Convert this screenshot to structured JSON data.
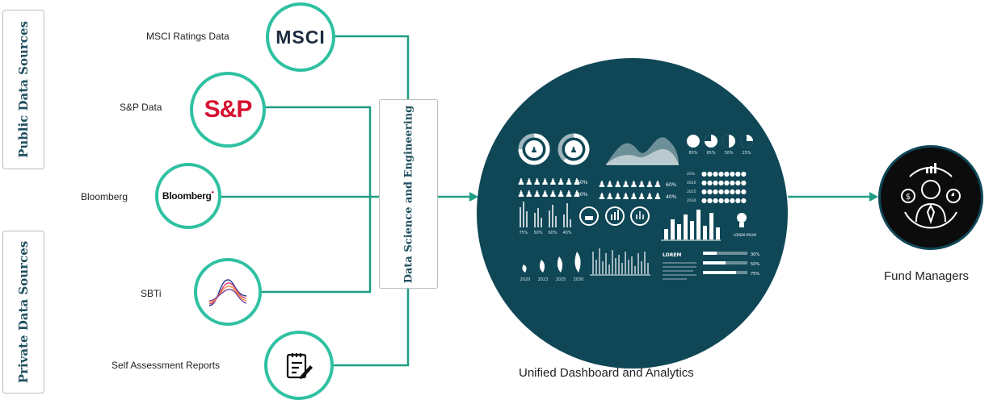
{
  "groups": {
    "public": "Public Data Sources",
    "private": "Private Data Sources"
  },
  "sources": [
    {
      "label": "MSCI Ratings Data",
      "logo": "MSCI"
    },
    {
      "label": "S&P Data",
      "logo": "S&P"
    },
    {
      "label": "Bloomberg",
      "logo": "Bloomberg"
    },
    {
      "label": "SBTi",
      "logo": "sbti-curve-icon"
    },
    {
      "label": "Self Assessment Reports",
      "logo": "clipboard-pen-icon"
    }
  ],
  "processing": {
    "label": "Data Science and Engineering"
  },
  "dashboard": {
    "label": "Unified Dashboard and Analytics",
    "pie_labels": [
      "85%",
      "65%",
      "50%",
      "25%"
    ],
    "people_labels": [
      "60%",
      "40%",
      "60%",
      "40%"
    ],
    "year_labels": [
      "20%",
      "2020",
      "2025",
      "2030"
    ],
    "bar_labels": [
      "75%",
      "50%",
      "60%",
      "40%"
    ],
    "plant_years": [
      "2020",
      "2023",
      "2025",
      "2030"
    ],
    "text_title": "LOREM",
    "bulb_text": "LOREM IPSUM",
    "bar_pct_labels": [
      "30%",
      "50%",
      "75%"
    ]
  },
  "output": {
    "label": "Fund Managers"
  },
  "colors": {
    "accent": "#2fc1a1",
    "line": "#1f9e84",
    "dashboard": "#0f4757"
  }
}
